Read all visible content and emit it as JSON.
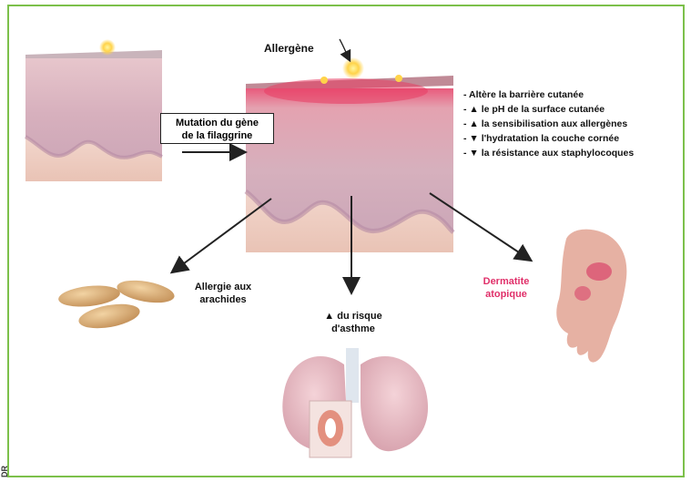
{
  "labels": {
    "allergen": "Allergène",
    "mutation_line1": "Mutation du gène",
    "mutation_line2": "de la filaggrine",
    "peanut_line1": "Allergie aux",
    "peanut_line2": "arachides",
    "asthma_line1": "du risque",
    "asthma_line2": "d'asthme",
    "dermatitis_line1": "Dermatite",
    "dermatitis_line2": "atopique",
    "credit": "DR"
  },
  "effects": [
    {
      "prefix": "-",
      "arrow": "",
      "text": "Altère la barrière cutanée"
    },
    {
      "prefix": "-",
      "arrow": "up",
      "text": "le pH de la surface cutanée"
    },
    {
      "prefix": "-",
      "arrow": "up",
      "text": "la sensibilisation aux allergènes"
    },
    {
      "prefix": "-",
      "arrow": "down",
      "text": "l'hydratation la couche cornée"
    },
    {
      "prefix": "-",
      "arrow": "down",
      "text": "la résistance aux staphylocoques"
    }
  ],
  "colors": {
    "frame": "#7cc04a",
    "dermatitis_label": "#e0306a",
    "skin_top": "#d9b2ba",
    "inflamed": "#e8406a"
  }
}
